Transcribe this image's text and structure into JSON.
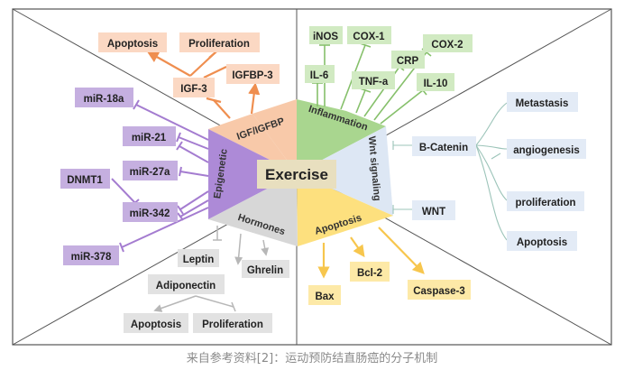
{
  "center": {
    "label": "Exercise"
  },
  "segments": {
    "igf": "IGF/IGFBP",
    "inflammation": "Inflammation",
    "wnt": "Wnt signaling",
    "apoptosis": "Apoptosis",
    "hormones": "Hormones",
    "epigenetic": "Epigenetic"
  },
  "igf_boxes": {
    "apoptosis": "Apoptosis",
    "proliferation": "Proliferation",
    "igfbp3": "IGFBP-3",
    "igf3": "IGF-3"
  },
  "inflammation_boxes": {
    "inos": "iNOS",
    "cox1": "COX-1",
    "cox2": "COX-2",
    "crp": "CRP",
    "il6": "IL-6",
    "tnfa": "TNF-a",
    "il10": "IL-10"
  },
  "wnt_boxes": {
    "bcatenin": "B-Catenin",
    "wnt": "WNT",
    "metastasis": "Metastasis",
    "angiogenesis": "angiogenesis",
    "proliferation": "proliferation",
    "apoptosis": "Apoptosis"
  },
  "apoptosis_boxes": {
    "bax": "Bax",
    "bcl2": "Bcl-2",
    "caspase3": "Caspase-3"
  },
  "hormones_boxes": {
    "leptin": "Leptin",
    "ghrelin": "Ghrelin",
    "adiponectin": "Adiponectin",
    "apoptosis": "Apoptosis",
    "proliferation": "Proliferation"
  },
  "epigenetic_boxes": {
    "mir18a": "miR-18a",
    "mir21": "miR-21",
    "mir27a": "miR-27a",
    "dnmt1": "DNMT1",
    "mir342": "miR-342",
    "mir378": "miR-378"
  },
  "caption": "来自参考资料[2]：运动预防结直肠癌的分子机制",
  "colors": {
    "igf_segment": "#f8c9a9",
    "igf_box": "#fbd8c3",
    "igf_line": "#ef8e4f",
    "inflammation_segment": "#a9d68f",
    "inflammation_box": "#d1eac2",
    "inflammation_line": "#86c06b",
    "wnt_segment": "#dde7f4",
    "wnt_box": "#e3ebf6",
    "wnt_line": "#9cc4b9",
    "apoptosis_segment": "#fde07e",
    "apoptosis_box": "#fde9a7",
    "apoptosis_line": "#f7c64d",
    "hormones_segment": "#d7d7d7",
    "hormones_box": "#e2e2e2",
    "hormones_line": "#b7b7b7",
    "epigenetic_segment": "#ad8ad7",
    "epigenetic_box": "#c5afe0",
    "epigenetic_line": "#a47cd0",
    "center": "#e8dfbf"
  }
}
